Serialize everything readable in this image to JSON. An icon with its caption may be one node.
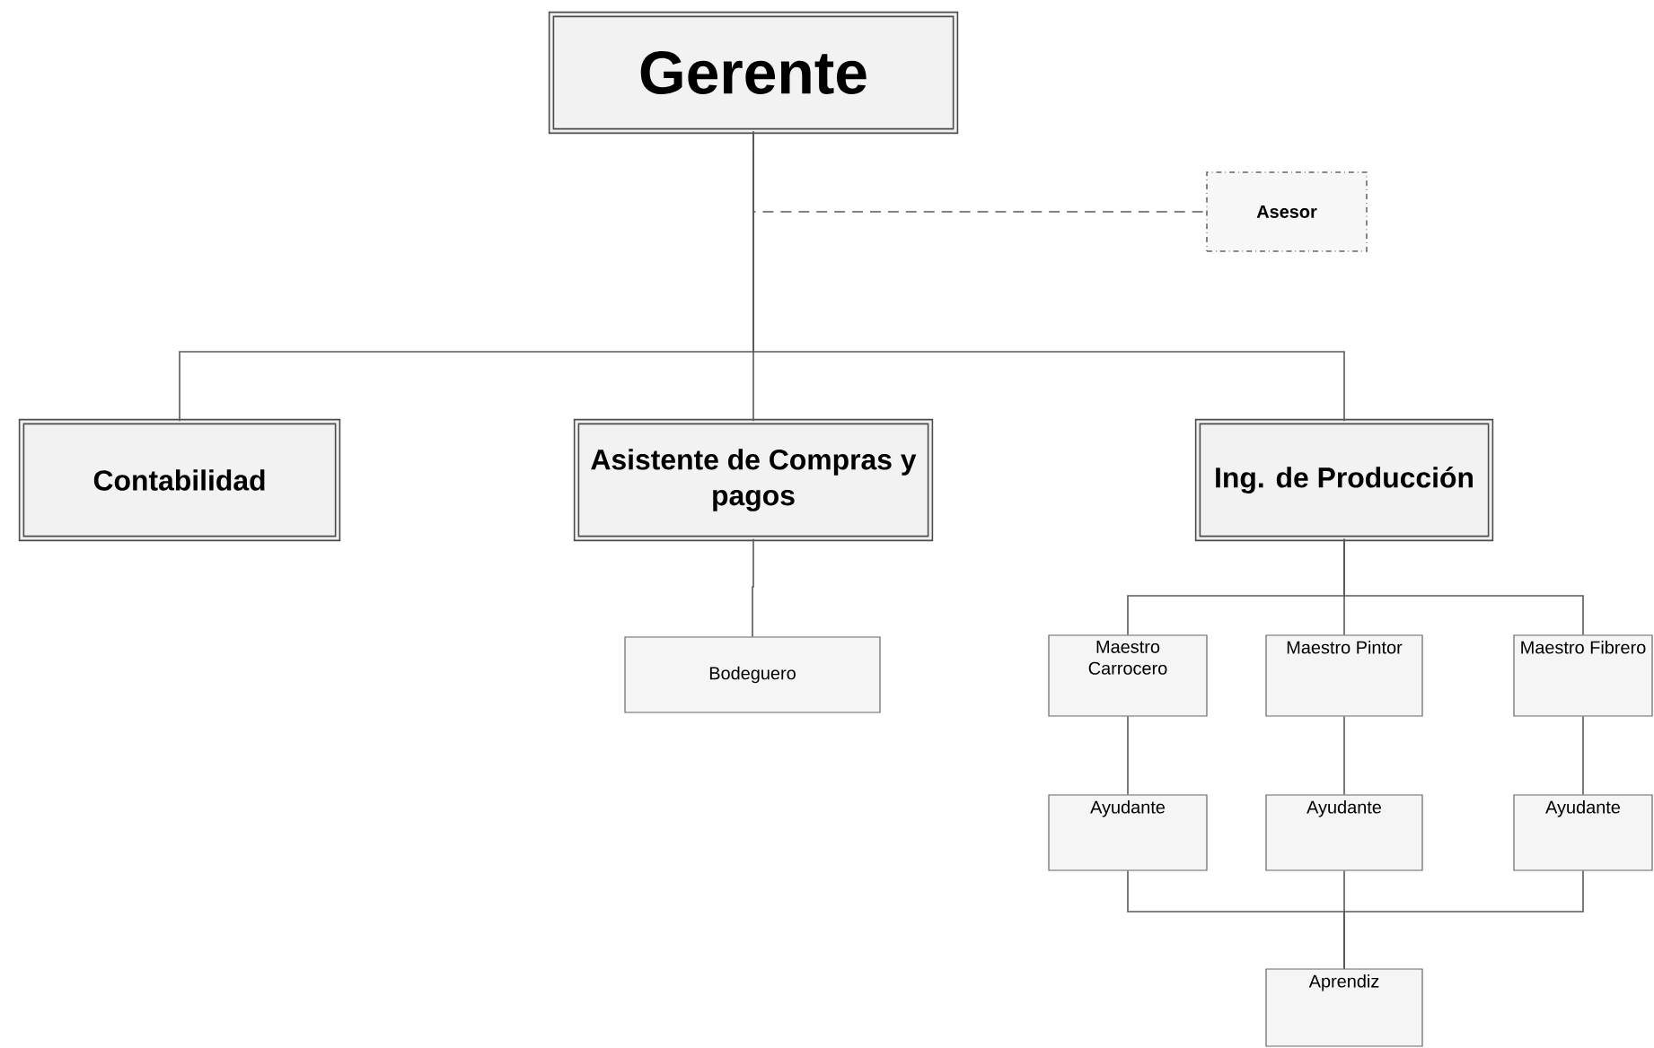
{
  "diagram": {
    "nodes": [
      {
        "text": [
          "Gerente"
        ]
      },
      {
        "text": [
          "Asesor"
        ]
      },
      {
        "text": [
          "Contabilidad"
        ]
      },
      {
        "text": [
          "Asistente de Compras y pagos"
        ]
      },
      {
        "text": [
          "Ing. de Producción"
        ]
      },
      {
        "text": [
          "Bodeguero"
        ]
      },
      {
        "text": [
          "Maestro Carrocero"
        ]
      },
      {
        "text": [
          "Maestro Pintor"
        ]
      },
      {
        "text": [
          "Maestro Fibrero"
        ]
      },
      {
        "text": [
          "Ayudante"
        ]
      },
      {
        "text": [
          "Ayudante"
        ]
      },
      {
        "text": [
          "Ayudante"
        ]
      },
      {
        "text": [
          "Aprendiz"
        ]
      }
    ],
    "edges": [
      {
        "from": 0,
        "to": 1,
        "arrow": "none",
        "style": "dashed"
      },
      {
        "from": 0,
        "to": 2,
        "arrow": "none"
      },
      {
        "from": 0,
        "to": 3,
        "arrow": "none"
      },
      {
        "from": 0,
        "to": 4,
        "arrow": "none"
      },
      {
        "from": 3,
        "to": 5,
        "arrow": "none"
      },
      {
        "from": 4,
        "to": 6,
        "arrow": "none"
      },
      {
        "from": 4,
        "to": 7,
        "arrow": "none"
      },
      {
        "from": 4,
        "to": 8,
        "arrow": "none"
      },
      {
        "from": 6,
        "to": 9,
        "arrow": "none"
      },
      {
        "from": 7,
        "to": 10,
        "arrow": "none"
      },
      {
        "from": 8,
        "to": 11,
        "arrow": "none"
      },
      {
        "from": 9,
        "to": 12,
        "arrow": "none"
      },
      {
        "from": 10,
        "to": 12,
        "arrow": "none"
      },
      {
        "from": 11,
        "to": 12,
        "arrow": "none"
      }
    ]
  }
}
